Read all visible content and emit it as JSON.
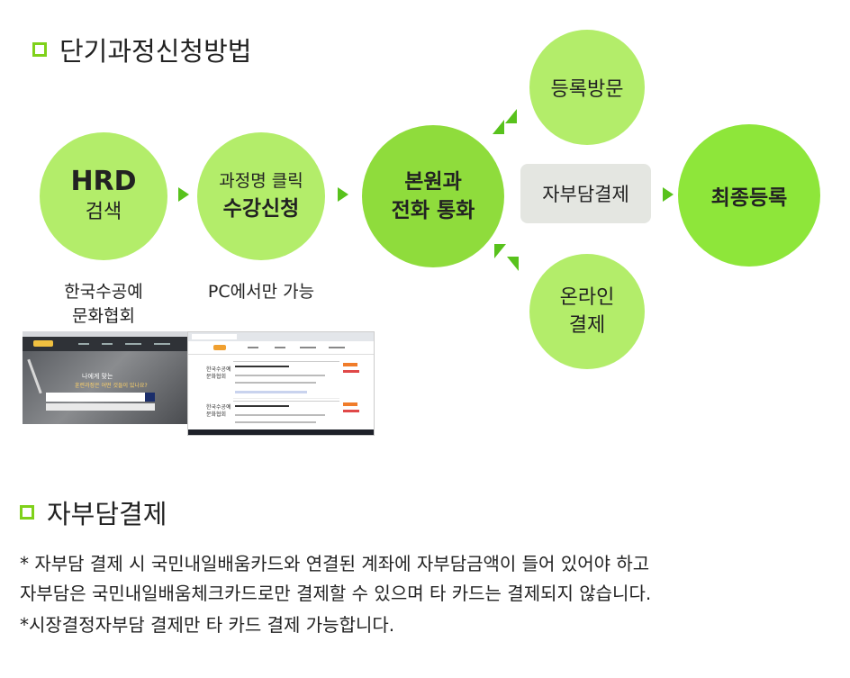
{
  "section1": {
    "title": "단기과정신청방법"
  },
  "steps": {
    "hrd": {
      "line1": "HRD",
      "line2": "검색"
    },
    "course": {
      "line1": "과정명 클릭",
      "line2": "수강신청"
    },
    "call": {
      "line1": "본원과",
      "line2": "전화 통화"
    },
    "visit": {
      "label": "등록방문"
    },
    "online": {
      "line1": "온라인",
      "line2": "결제"
    },
    "self_pay": {
      "label": "자부담결제"
    },
    "final": {
      "label": "최종등록"
    }
  },
  "captions": {
    "hrd": [
      "한국수공예",
      "문화협회"
    ],
    "course": "PC에서만 가능"
  },
  "screenshot_left": {
    "headline1": "나에게 맞는",
    "headline2": "훈련과정은 어떤 것들이 있나요?"
  },
  "screenshot_right": {
    "org1": "한국수공예",
    "org2": "문화협회"
  },
  "section2": {
    "title": "자부담결제"
  },
  "notes": [
    "* 자부담 결제 시 국민내일배움카드와 연결된 계좌에 자부담금액이 들어 있어야 하고",
    "자부담은 국민내일배움체크카드로만 결제할 수 있으며 타 카드는 결제되지 않습니다.",
    "*시장결정자부담 결제만 타 카드 결제 가능합니다."
  ],
  "colors": {
    "bullet": "#7fd11a",
    "circle_light": "#b3ed6a",
    "circle_mid": "#8fdc3c",
    "arrow": "#58c21c"
  }
}
